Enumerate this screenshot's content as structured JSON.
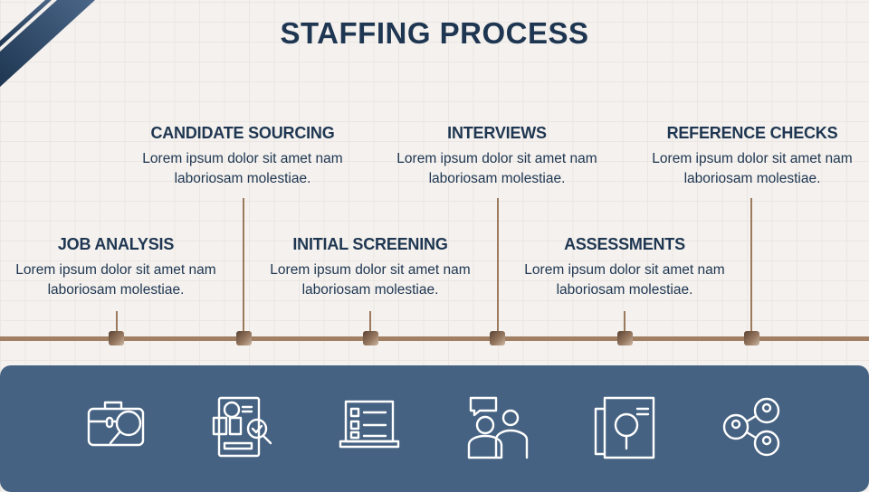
{
  "title": "STAFFING PROCESS",
  "steps": [
    {
      "title": "JOB ANALYSIS",
      "text": "Lorem ipsum dolor sit amet nam laboriosam molestiae.",
      "icon": "briefcase-search-icon"
    },
    {
      "title": "CANDIDATE SOURCING",
      "text": "Lorem ipsum dolor sit amet nam laboriosam molestiae.",
      "icon": "resume-search-icon"
    },
    {
      "title": "INITIAL SCREENING",
      "text": "Lorem ipsum dolor sit amet nam laboriosam molestiae.",
      "icon": "laptop-checklist-icon"
    },
    {
      "title": "INTERVIEWS",
      "text": "Lorem ipsum dolor sit amet nam laboriosam molestiae.",
      "icon": "interview-people-icon"
    },
    {
      "title": "ASSESSMENTS",
      "text": "Lorem ipsum dolor sit amet nam laboriosam molestiae.",
      "icon": "document-search-icon"
    },
    {
      "title": "REFERENCE CHECKS",
      "text": "Lorem ipsum dolor sit amet nam laboriosam molestiae.",
      "icon": "network-users-icon"
    }
  ],
  "colors": {
    "primary": "#1e3651",
    "accent": "#a07f62",
    "panel": "#466282"
  }
}
